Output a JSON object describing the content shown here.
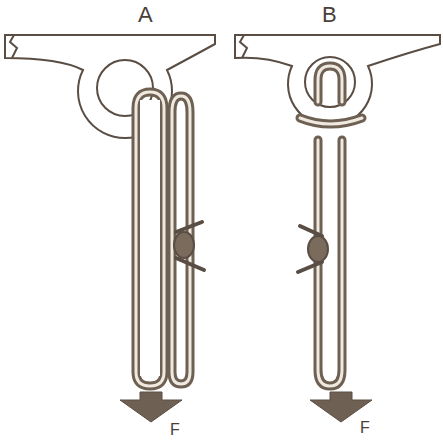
{
  "diagram": {
    "labels": [
      "A",
      "B",
      "F",
      "F"
    ]
  }
}
